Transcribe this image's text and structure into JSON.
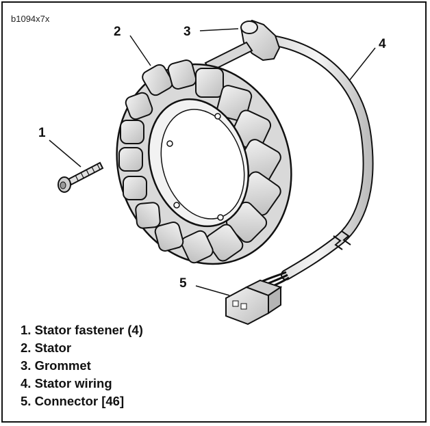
{
  "figure_id": "b1094x7x",
  "callouts": [
    "1",
    "2",
    "3",
    "4",
    "5"
  ],
  "legend": [
    "1. Stator fastener (4)",
    "2. Stator",
    "3. Grommet",
    "4. Stator wiring",
    "5. Connector [46]"
  ],
  "colors": {
    "line": "#111111",
    "fill_light": "#e6e6e6",
    "fill_mid": "#cfcfcf",
    "fill_dark": "#9a9a9a"
  }
}
